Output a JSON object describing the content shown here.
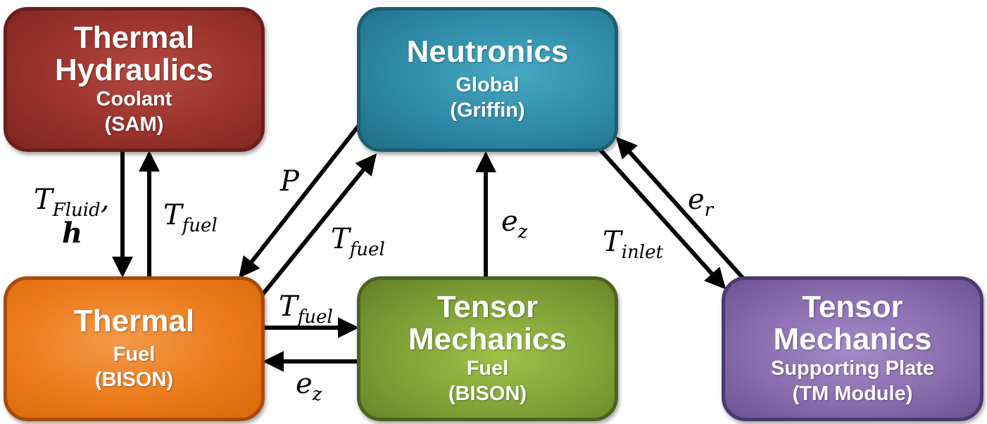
{
  "nodes": {
    "thermal_hydraulics": {
      "title_line1": "Thermal",
      "title_line2": "Hydraulics",
      "subtitle": "Coolant",
      "code": "(SAM)"
    },
    "neutronics": {
      "title": "Neutronics",
      "subtitle": "Global",
      "code": "(Griffin)"
    },
    "thermal_fuel": {
      "title": "Thermal",
      "subtitle": "Fuel",
      "code": "(BISON)"
    },
    "tensor_mech_fuel": {
      "title_line1": "Tensor",
      "title_line2": "Mechanics",
      "subtitle": "Fuel",
      "code": "(BISON)"
    },
    "tensor_mech_plate": {
      "title_line1": "Tensor",
      "title_line2": "Mechanics",
      "subtitle": "Supporting Plate",
      "code": "(TM Module)"
    }
  },
  "edges": {
    "t_fluid": {
      "symbol": "T",
      "subscript": "Fluid",
      "suffix": ","
    },
    "h": {
      "symbol": "h"
    },
    "th_t_fuel": {
      "symbol": "T",
      "subscript": "fuel"
    },
    "power": {
      "symbol": "P"
    },
    "neu_t_fuel": {
      "symbol": "T",
      "subscript": "fuel"
    },
    "neu_e_z": {
      "symbol": "e",
      "subscript": "z"
    },
    "t_inlet": {
      "symbol": "T",
      "subscript": "inlet"
    },
    "e_r": {
      "symbol": "e",
      "subscript": "r"
    },
    "tm_t_fuel": {
      "symbol": "T",
      "subscript": "fuel"
    },
    "tm_e_z": {
      "symbol": "e",
      "subscript": "z"
    }
  }
}
